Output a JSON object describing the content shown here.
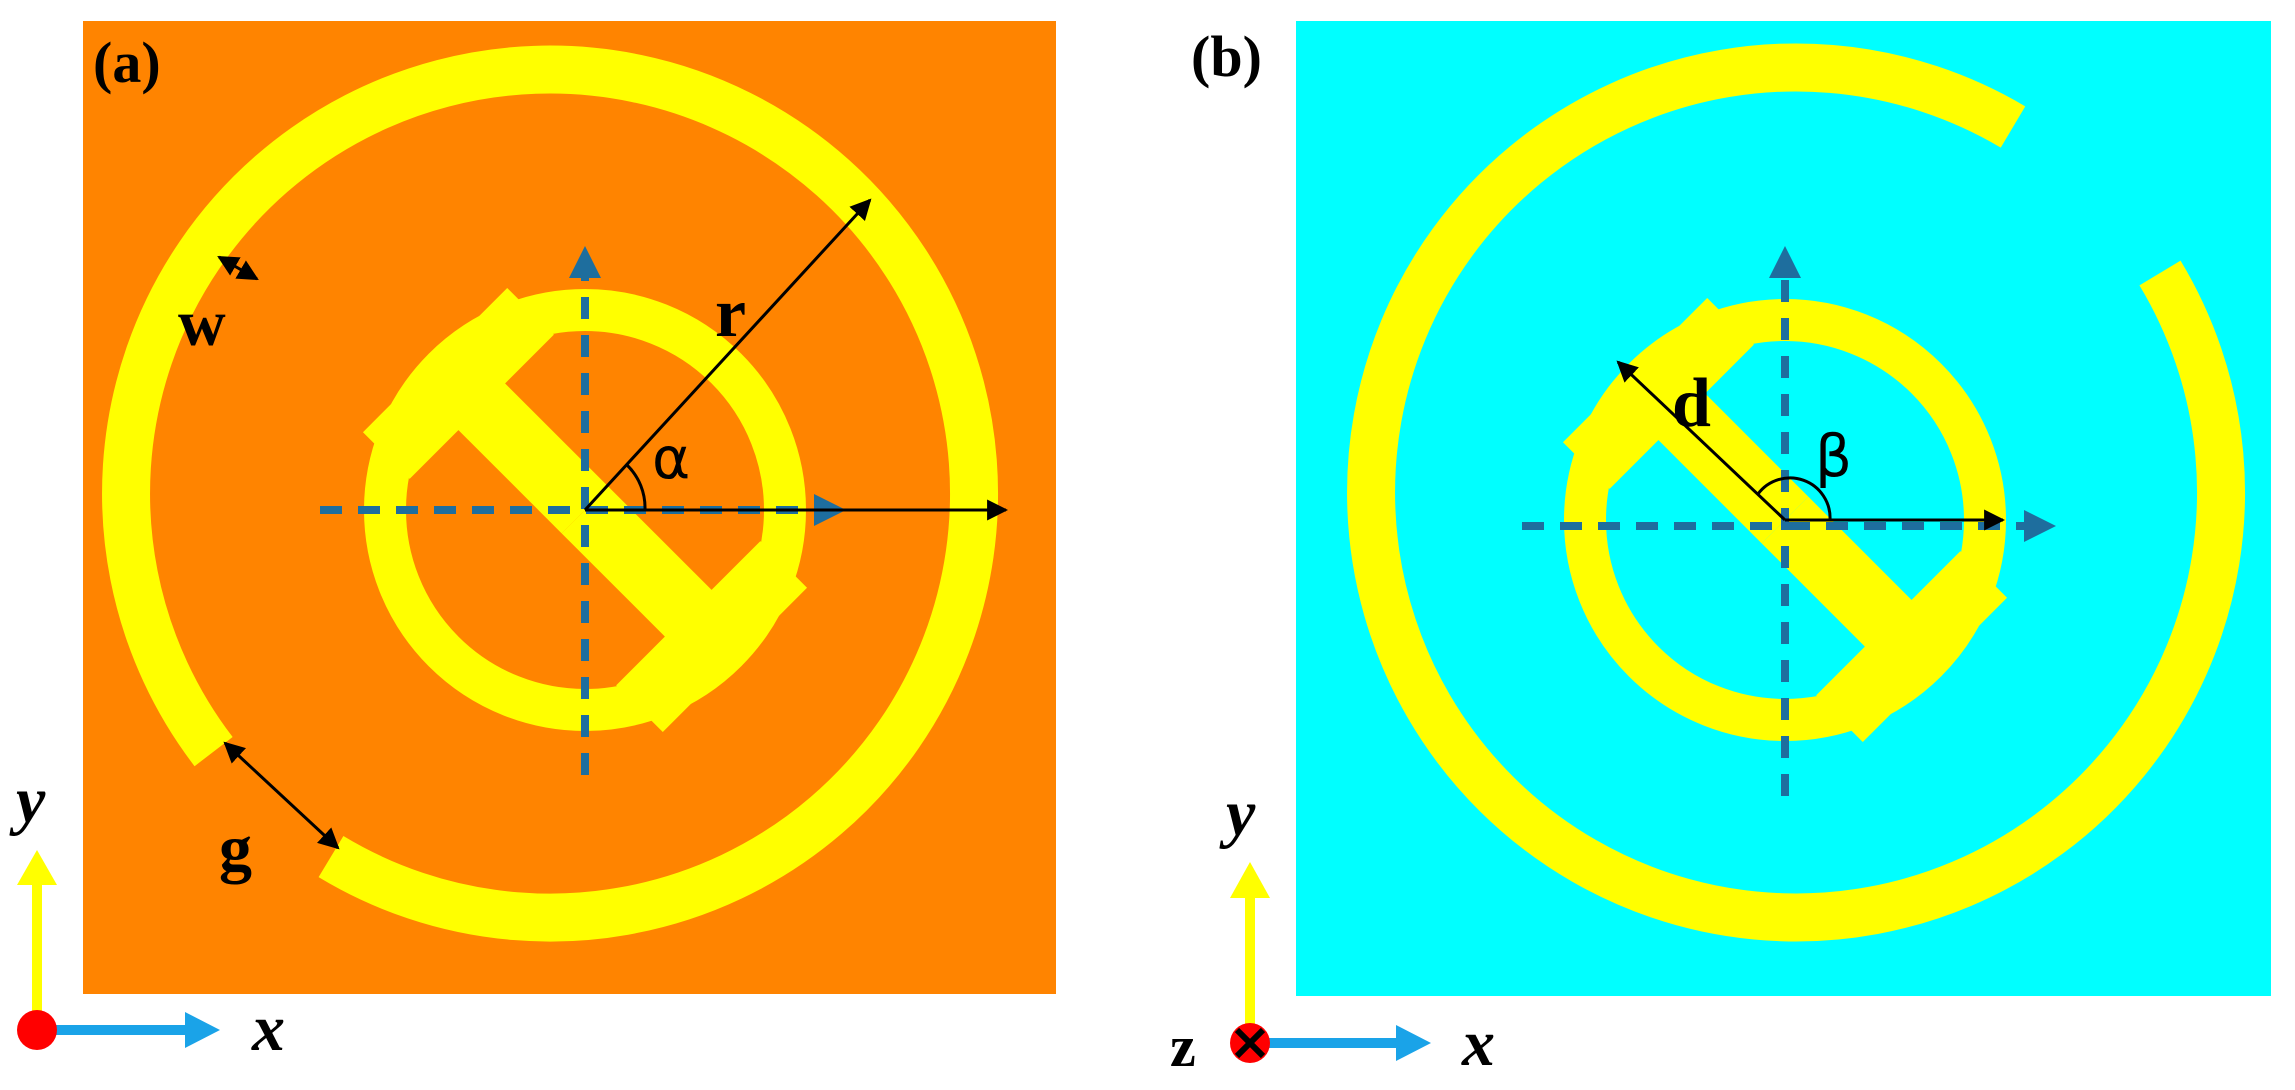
{
  "colors": {
    "panel_a_background": "#FF8400",
    "panel_b_background": "#00FFFF",
    "metal": "#FFFF00",
    "guide_dashes": "#1E6E9E",
    "dimension_arrows": "#000000",
    "axis_x_arrow": "#1AA3E8",
    "axis_y_arrow": "#FFFF00",
    "origin_dot": "#FF0000"
  },
  "panel_a": {
    "label": "(a)",
    "dims": {
      "w": "w",
      "r": "r",
      "alpha": "α",
      "g": "g"
    }
  },
  "panel_b": {
    "label": "(b)",
    "dims": {
      "d": "d",
      "beta": "β"
    }
  },
  "axes_a": {
    "y": "y",
    "x": "x"
  },
  "axes_b": {
    "y": "y",
    "x": "x",
    "z": "z"
  }
}
